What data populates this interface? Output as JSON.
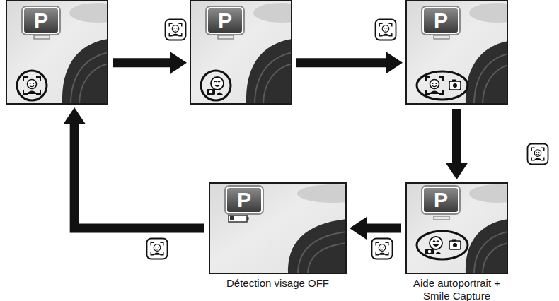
{
  "diagram": {
    "nodes": [
      {
        "text": [
          "P"
        ]
      },
      {
        "text": [
          "P"
        ]
      },
      {
        "text": [
          "P"
        ]
      },
      {
        "text": [
          "P",
          "Détection visage OFF"
        ]
      },
      {
        "text": [
          "P",
          "Aide autoportrait + Smile Capture"
        ]
      }
    ],
    "edges": [
      {
        "from": 0,
        "to": 1,
        "arrow": "to"
      },
      {
        "from": 1,
        "to": 2,
        "arrow": "to"
      },
      {
        "from": 2,
        "to": 4,
        "arrow": "to"
      },
      {
        "from": 4,
        "to": 3,
        "arrow": "to"
      },
      {
        "from": 3,
        "to": 0,
        "arrow": "to"
      }
    ]
  }
}
